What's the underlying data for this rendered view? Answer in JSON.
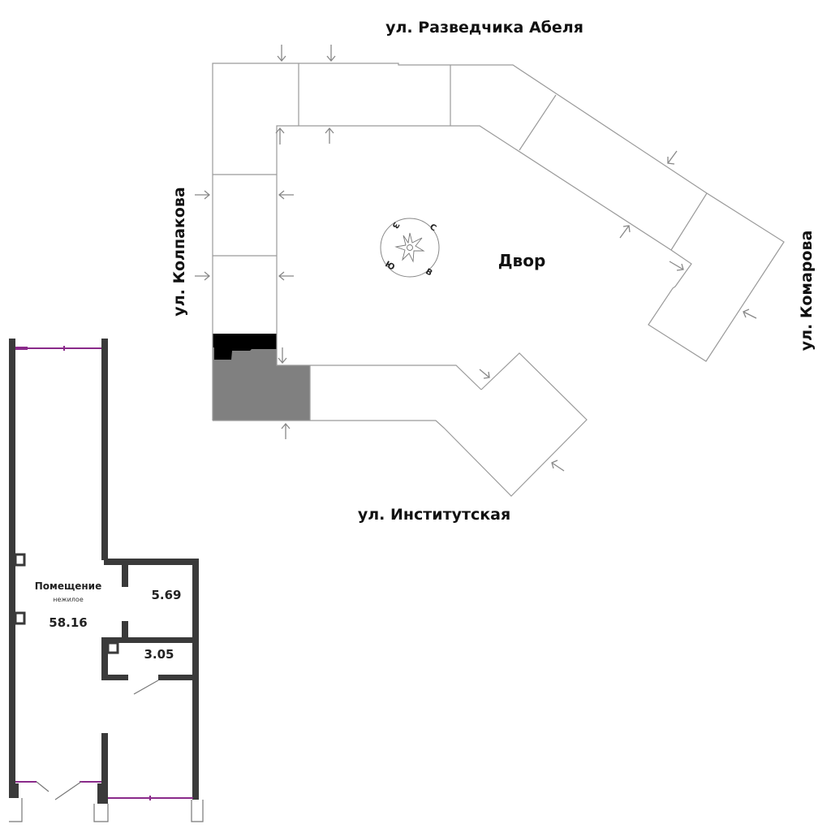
{
  "site_plan": {
    "streets": {
      "north": "ул. Разведчика Абеля",
      "west": "ул. Колпакова",
      "east": "ул. Комарова",
      "south": "ул. Институтская"
    },
    "yard_label": "Двор",
    "compass": {
      "n": "С",
      "e": "В",
      "s": "Ю",
      "w": "З"
    },
    "colors": {
      "selected_unit": "#808080",
      "highlight": "#000000"
    }
  },
  "unit_plan": {
    "title": "Помещение",
    "subtitle": "нежилое",
    "rooms": [
      {
        "area": "58.16"
      },
      {
        "area": "5.69"
      },
      {
        "area": "3.05"
      }
    ],
    "colors": {
      "wall": "#3a3a3a",
      "window": "#8a2a8a"
    }
  }
}
